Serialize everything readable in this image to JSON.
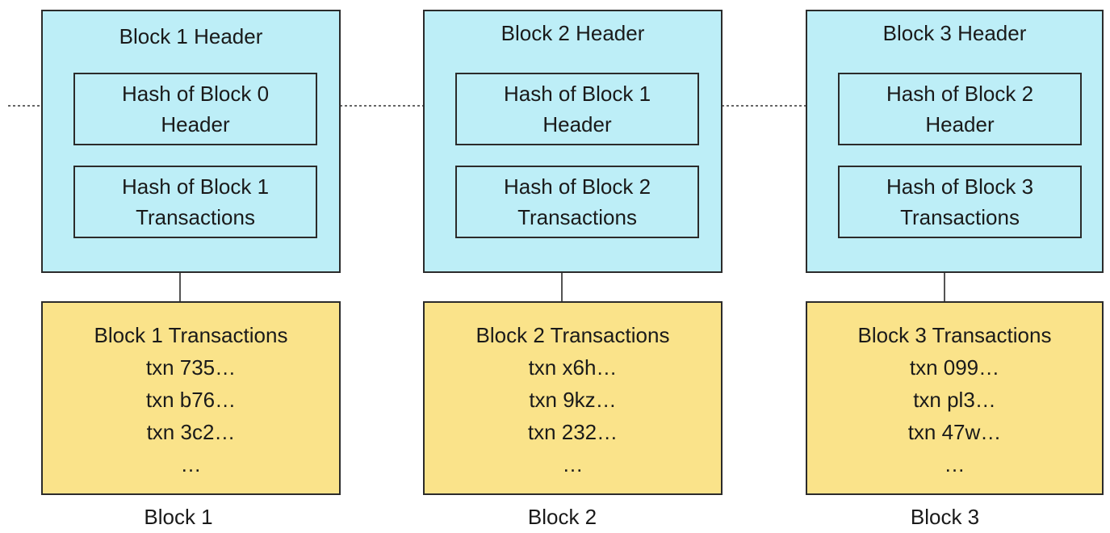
{
  "blocks": [
    {
      "header_title": "Block 1 Header",
      "prev_hash_line1": "Hash of Block 0",
      "prev_hash_line2": "Header",
      "txn_hash_line1": "Hash of Block 1",
      "txn_hash_line2": "Transactions",
      "txn_title": "Block 1 Transactions",
      "txns": [
        "txn 735…",
        "txn b76…",
        "txn 3c2…",
        "…"
      ],
      "caption": "Block 1"
    },
    {
      "header_title": "Block 2 Header",
      "prev_hash_line1": "Hash of Block 1",
      "prev_hash_line2": "Header",
      "txn_hash_line1": "Hash of Block 2",
      "txn_hash_line2": "Transactions",
      "txn_title": "Block 2 Transactions",
      "txns": [
        "txn x6h…",
        "txn 9kz…",
        "txn 232…",
        "…"
      ],
      "caption": "Block 2"
    },
    {
      "header_title": "Block 3 Header",
      "prev_hash_line1": "Hash of Block 2",
      "prev_hash_line2": "Header",
      "txn_hash_line1": "Hash of Block 3",
      "txn_hash_line2": "Transactions",
      "txn_title": "Block 3 Transactions",
      "txns": [
        "txn 099…",
        "txn pl3…",
        "txn 47w…",
        "…"
      ],
      "caption": "Block 3"
    }
  ],
  "colors": {
    "header_fill": "#bdeef7",
    "transactions_fill": "#fae38a",
    "stroke": "#2b2b2b"
  }
}
